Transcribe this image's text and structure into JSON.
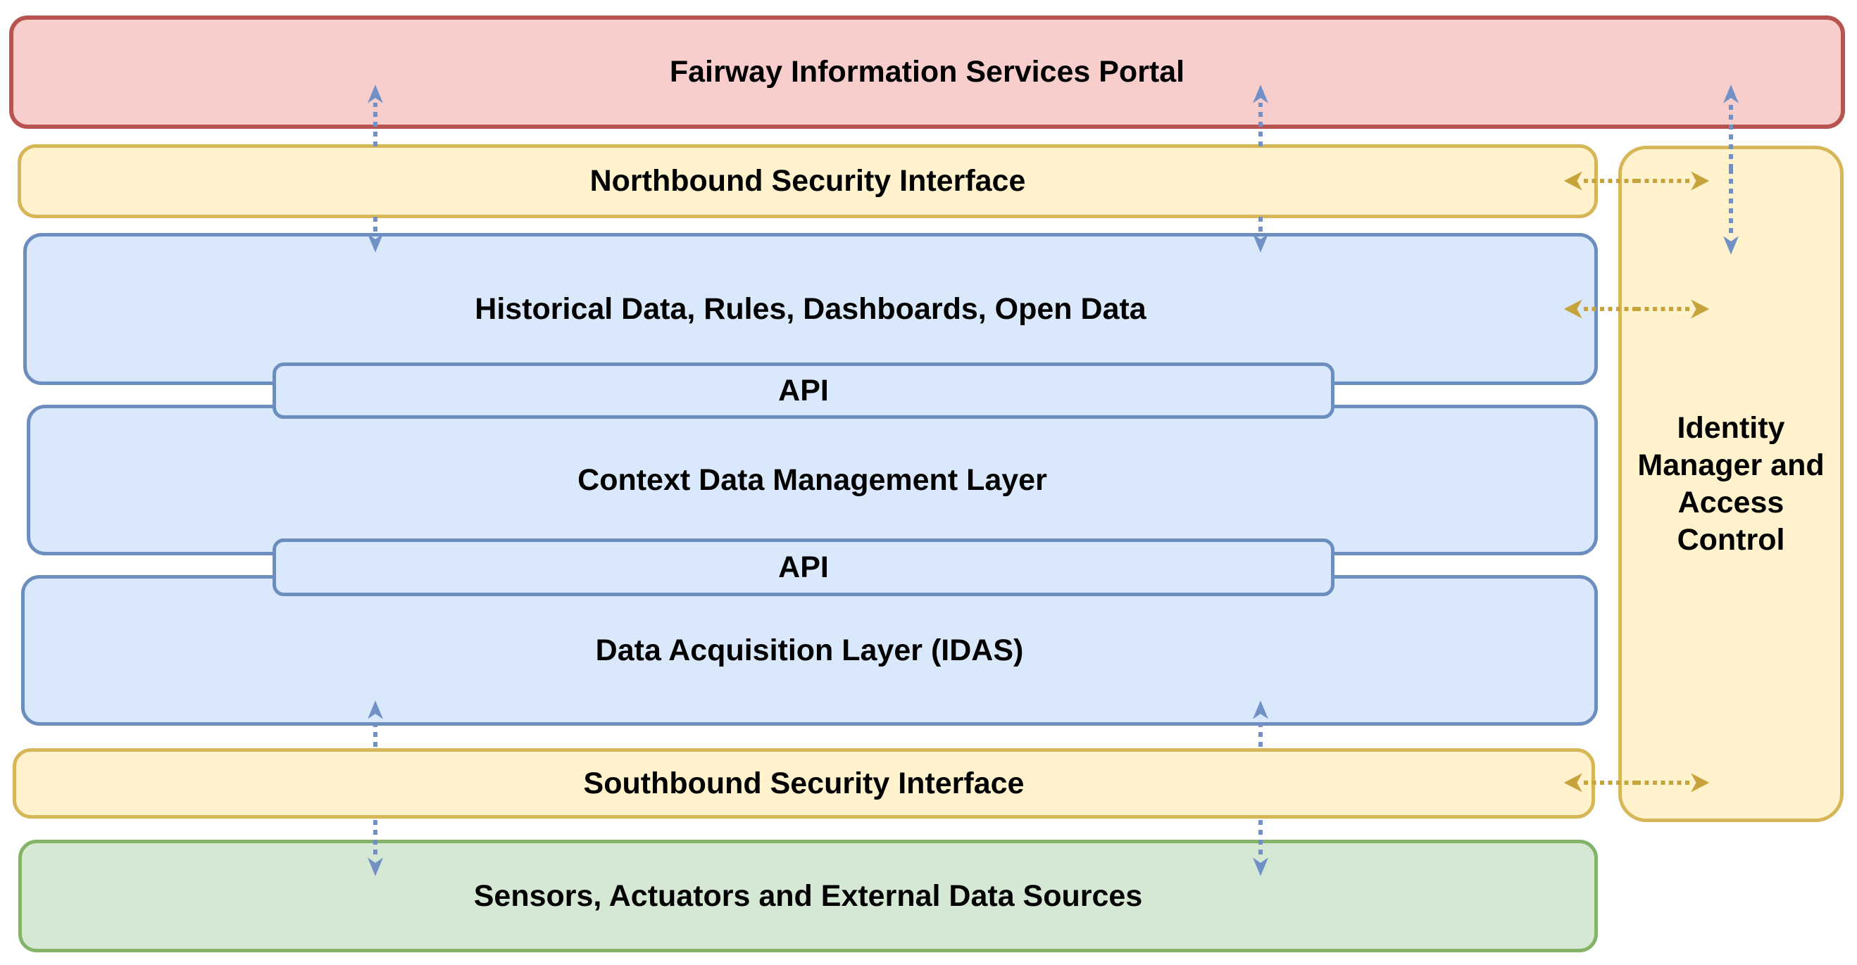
{
  "diagram": {
    "boxes": {
      "portal": {
        "label": "Fairway Information Services Portal"
      },
      "northbound": {
        "label": "Northbound Security Interface"
      },
      "historical": {
        "label": "Historical Data, Rules, Dashboards, Open Data"
      },
      "api_top": {
        "label": "API"
      },
      "context": {
        "label": "Context Data Management Layer"
      },
      "api_bottom": {
        "label": "API"
      },
      "idas": {
        "label": "Data Acquisition Layer (IDAS)"
      },
      "southbound": {
        "label": "Southbound Security Interface"
      },
      "sensors": {
        "label": "Sensors, Actuators and External Data Sources"
      },
      "identity": {
        "label": "Identity Manager and Access Control"
      }
    },
    "connections": [
      {
        "from": "Fairway Information Services Portal",
        "to": "Historical Data, Rules, Dashboards, Open Data",
        "style": "dashed-blue-bidirectional",
        "via": "behind Northbound Security Interface",
        "count": 2
      },
      {
        "from": "Fairway Information Services Portal",
        "to": "Identity Manager and Access Control",
        "style": "dashed-blue-bidirectional",
        "count": 1
      },
      {
        "from": "Data Acquisition Layer (IDAS)",
        "to": "Sensors, Actuators and External Data Sources",
        "style": "dashed-blue-bidirectional",
        "via": "behind Southbound Security Interface",
        "count": 2
      },
      {
        "from": "Northbound Security Interface",
        "to": "Identity Manager and Access Control",
        "style": "dotted-gold-bidirectional",
        "count": 1
      },
      {
        "from": "Historical Data, Rules, Dashboards, Open Data",
        "to": "Identity Manager and Access Control",
        "style": "dotted-gold-bidirectional",
        "count": 1
      },
      {
        "from": "Southbound Security Interface",
        "to": "Identity Manager and Access Control",
        "style": "dotted-gold-bidirectional",
        "count": 1
      }
    ],
    "colors": {
      "portal_fill": "#f8cecc",
      "portal_stroke": "#b85450",
      "security_fill": "#fff2cc",
      "security_stroke": "#d6b656",
      "layer_fill": "#dae8fc",
      "layer_stroke": "#6c8ebf",
      "sensors_fill": "#d5e8d4",
      "sensors_stroke": "#82b366",
      "arrow_blue": "#7090c6",
      "arrow_gold": "#c7a33b",
      "text": "#000000",
      "background": "#ffffff"
    }
  }
}
